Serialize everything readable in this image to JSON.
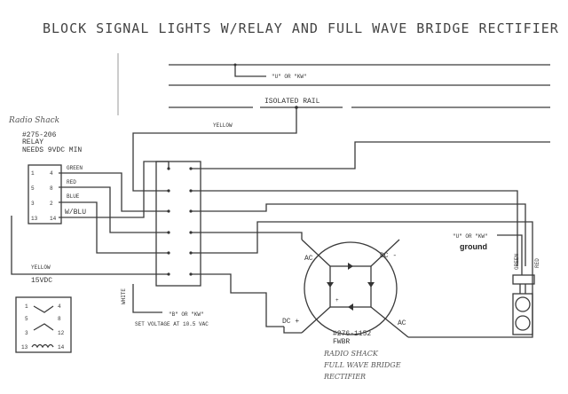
{
  "title": "BLOCK SIGNAL LIGHTS W/RELAY AND FULL WAVE BRIDGE RECTIFIER",
  "rails": {
    "top_feeder": "\"U\" OR \"KW\"",
    "isolated": "ISOLATED RAIL",
    "yellow": "YELLOW"
  },
  "relay": {
    "brand_handwritten": "Radio Shack",
    "part": "#275-206",
    "name": "RELAY",
    "note": "NEEDS 9VDC MIN",
    "pins_left": [
      "1",
      "5",
      "3",
      "13"
    ],
    "pins_right": [
      "4",
      "8",
      "2",
      "14"
    ],
    "wire_labels": [
      "GREEN",
      "RED",
      "BLUE",
      "W/BLU"
    ]
  },
  "supply": {
    "wire": "YELLOW",
    "voltage": "15VDC"
  },
  "transformer": {
    "wire": "WHITE",
    "terminal": "\"B\" OR \"KW\"",
    "note": "SET VOLTAGE AT 10.5 VAC"
  },
  "bridge": {
    "labels": {
      "ac_top": "AC",
      "dc_minus": "DC -",
      "dc_plus": "DC +",
      "ac_bottom": "AC",
      "plus": "+"
    },
    "part": "#276-1152",
    "name": "FWBR",
    "handwritten": [
      "RADIO SHACK",
      "FULL WAVE BRIDGE",
      "RECTIFIER"
    ]
  },
  "signal": {
    "ground_terminal": "\"U\" OR \"KW\"",
    "ground": "ground",
    "wires": [
      "GREEN",
      "RED"
    ]
  },
  "small_relay_pins": [
    "1",
    "4",
    "5",
    "8",
    "3",
    "12",
    "13",
    "14"
  ]
}
